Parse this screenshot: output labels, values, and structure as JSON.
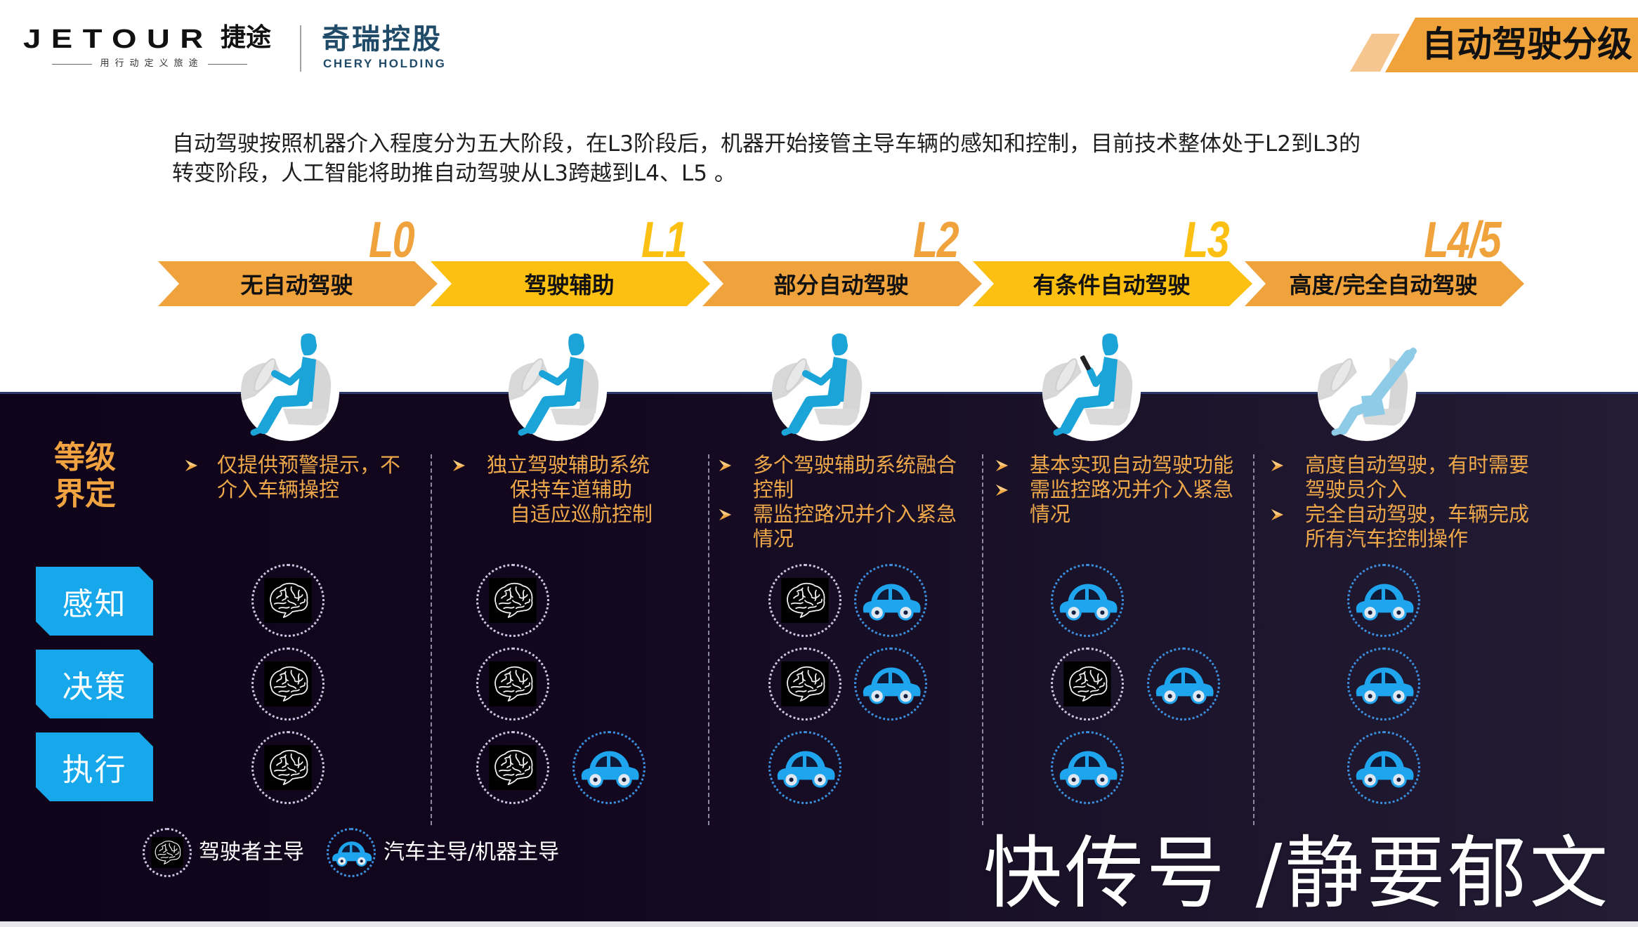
{
  "header": {
    "brand": {
      "name": "JETOUR",
      "name_cn": "捷途",
      "slogan": "用行动定义旅途"
    },
    "partner": {
      "name_cn": "奇瑞控股",
      "name_en": "CHERY HOLDING"
    },
    "title": "自动驾驶分级"
  },
  "intro": {
    "lines": [
      "自动驾驶按照机器介入程度分为五大阶段，在L3阶段后，机器开始接管主导车辆的感知和控制，目前技术整体处于L2到L3的",
      "转变阶段，人工智能将助推自动驾驶从L3跨越到L4、L5 。"
    ]
  },
  "definition_label": {
    "line1": "等级",
    "line2": "界定"
  },
  "functions": [
    {
      "key": "perception",
      "label": "感知"
    },
    {
      "key": "decision",
      "label": "决策"
    },
    {
      "key": "execution",
      "label": "执行"
    }
  ],
  "levels": [
    {
      "code": "L0",
      "name": "无自动驾驶",
      "tone": "orange",
      "driver_pose": "driving",
      "bullets": [
        {
          "text": "仅提供预警提示，不\n介入车辆操控"
        }
      ],
      "modes": {
        "perception": [
          "driver"
        ],
        "decision": [
          "driver"
        ],
        "execution": [
          "driver"
        ]
      }
    },
    {
      "code": "L1",
      "name": "驾驶辅助",
      "tone": "yellow",
      "driver_pose": "driving",
      "bullets": [
        {
          "text": "独立驾驶辅助系统",
          "sub": [
            "保持车道辅助",
            "自适应巡航控制"
          ]
        }
      ],
      "modes": {
        "perception": [
          "driver"
        ],
        "decision": [
          "driver"
        ],
        "execution": [
          "driver",
          "machine"
        ]
      }
    },
    {
      "code": "L2",
      "name": "部分自动驾驶",
      "tone": "orange",
      "driver_pose": "driving",
      "bullets": [
        {
          "text": "多个驾驶辅助系统融合\n控制"
        },
        {
          "text": "需监控路况并介入紧急\n情况"
        }
      ],
      "modes": {
        "perception": [
          "driver",
          "machine"
        ],
        "decision": [
          "driver",
          "machine"
        ],
        "execution": [
          "machine"
        ]
      }
    },
    {
      "code": "L3",
      "name": "有条件自动驾驶",
      "tone": "yellow",
      "driver_pose": "phone",
      "bullets": [
        {
          "text": "基本实现自动驾驶功能"
        },
        {
          "text": "需监控路况并介入紧急\n情况"
        }
      ],
      "modes": {
        "perception": [
          "machine"
        ],
        "decision": [
          "driver",
          "machine"
        ],
        "execution": [
          "machine"
        ]
      }
    },
    {
      "code": "L4/5",
      "name": "高度/完全自动驾驶",
      "tone": "orange",
      "driver_pose": "reclined",
      "bullets": [
        {
          "text": "高度自动驾驶，有时需要\n驾驶员介入"
        },
        {
          "text": "完全自动驾驶，车辆完成\n所有汽车控制操作"
        }
      ],
      "modes": {
        "perception": [
          "machine"
        ],
        "decision": [
          "machine"
        ],
        "execution": [
          "machine"
        ]
      }
    }
  ],
  "legend": [
    {
      "icon": "driver",
      "icon_name": "brain-icon",
      "label": "驾驶者主导"
    },
    {
      "icon": "machine",
      "icon_name": "car-icon",
      "label": "汽车主导/机器主导"
    }
  ],
  "watermark": "快传号 /静要郁文",
  "colors": {
    "orange": "#F0A33D",
    "yellow": "#FCC012",
    "title_banner": "#F0A33B",
    "tab_blue": "#17A8EC",
    "car_blue": "#1EA5EE",
    "bullet_text": "#EFA84A",
    "definition_label": "#F2A341",
    "chery_blue": "#1F4A68",
    "panel_bg": "#130822"
  }
}
